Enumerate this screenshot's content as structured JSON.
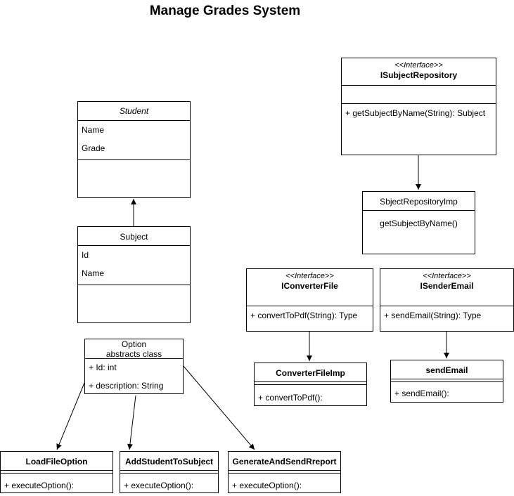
{
  "title": "Manage Grades System",
  "classes": {
    "student": {
      "name": "Student",
      "attrs": [
        "Name",
        "Grade"
      ]
    },
    "subject": {
      "name": "Subject",
      "attrs": [
        "Id",
        "Name"
      ]
    },
    "option": {
      "name": "Option",
      "sub": "abstracts class",
      "attrs": [
        "+ Id: int",
        "+ description: String"
      ]
    },
    "load_file_option": {
      "name": "LoadFileOption",
      "method": "+ executeOption():"
    },
    "add_student_to_subject": {
      "name": "AddStudentToSubject",
      "method": "+ executeOption():"
    },
    "generate_and_send_report": {
      "name": "GenerateAndSendRreport",
      "method": "+ executeOption():"
    },
    "isubject_repository": {
      "stereotype": "<<Interface>>",
      "name": "ISubjectRepository",
      "method": "+ getSubjectByName(String): Subject"
    },
    "subject_repository_imp": {
      "name": "SbjectRepositoryImp",
      "method": "getSubjectByName()"
    },
    "iconverter_file": {
      "stereotype": "<<Interface>>",
      "name": "IConverterFile",
      "method": "+ convertToPdf(String): Type"
    },
    "isender_email": {
      "stereotype": "<<Interface>>",
      "name": "ISenderEmail",
      "method": "+ sendEmail(String): Type"
    },
    "converter_file_imp": {
      "name": "ConverterFileImp",
      "method": "+ convertToPdf():"
    },
    "send_email": {
      "name": "sendEmail",
      "method": "+ sendEmail():"
    }
  }
}
